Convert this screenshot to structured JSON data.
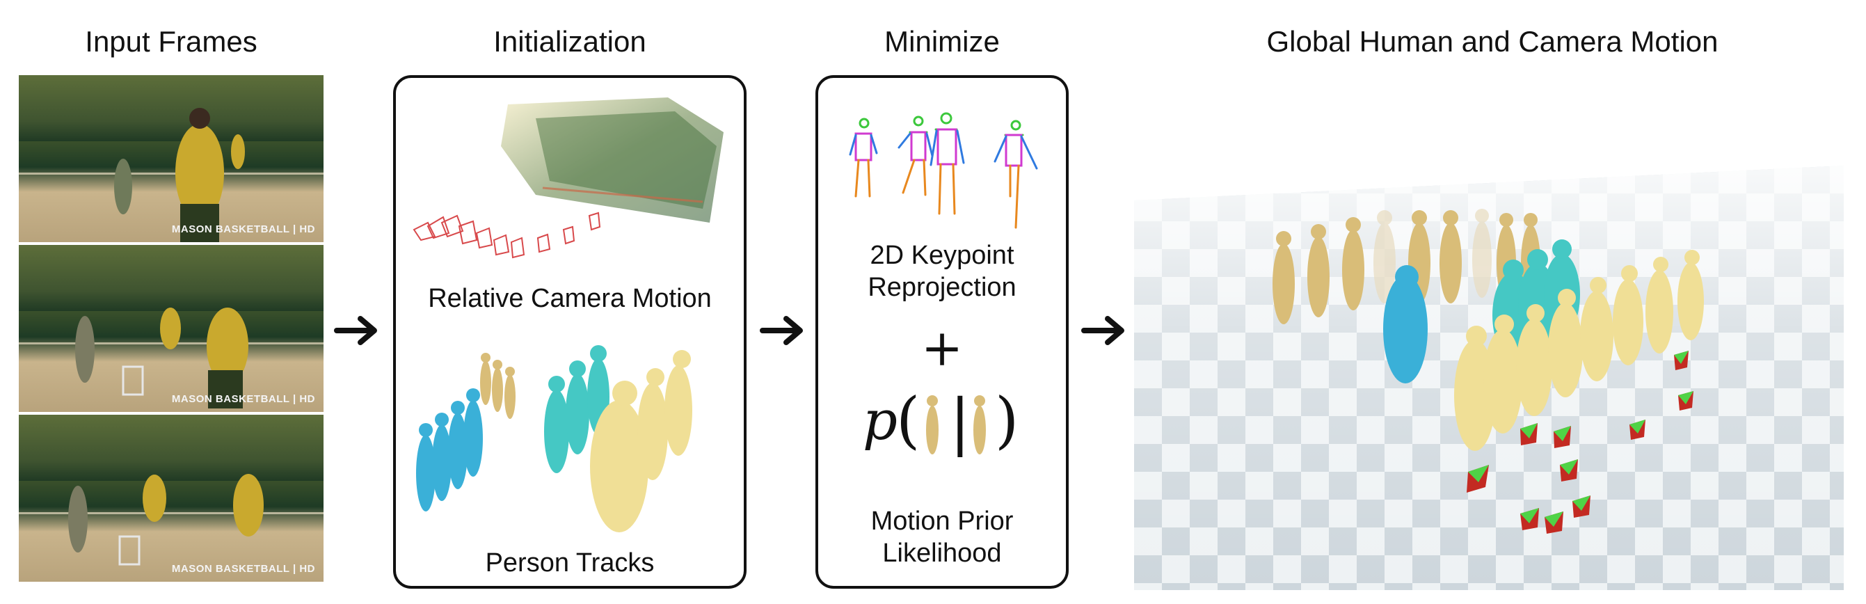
{
  "titles": {
    "input_frames": "Input Frames",
    "initialization": "Initialization",
    "minimize": "Minimize",
    "global_motion": "Global Human and Camera Motion"
  },
  "labels": {
    "relative_camera_motion": "Relative Camera Motion",
    "person_tracks": "Person Tracks",
    "keypoint_line1": "2D Keypoint",
    "keypoint_line2": "Reprojection",
    "plus": "+",
    "prior_p": "p",
    "prior_open": "(",
    "prior_bar": "|",
    "prior_close": ")",
    "prior_line1": "Motion Prior",
    "prior_line2": "Likelihood"
  },
  "frames": [
    {
      "watermark": "MASON BASKETBALL | HD"
    },
    {
      "watermark": "MASON BASKETBALL | HD"
    },
    {
      "watermark": "MASON BASKETBALL | HD"
    }
  ],
  "colors": {
    "person_blue": "#3ab0d8",
    "person_cyan": "#45c8c4",
    "person_gold": "#d9bd78",
    "person_yellow": "#f0df96",
    "camera_red": "#d8494b",
    "cube_green": "#4fd346",
    "cube_red": "#c32a22"
  }
}
